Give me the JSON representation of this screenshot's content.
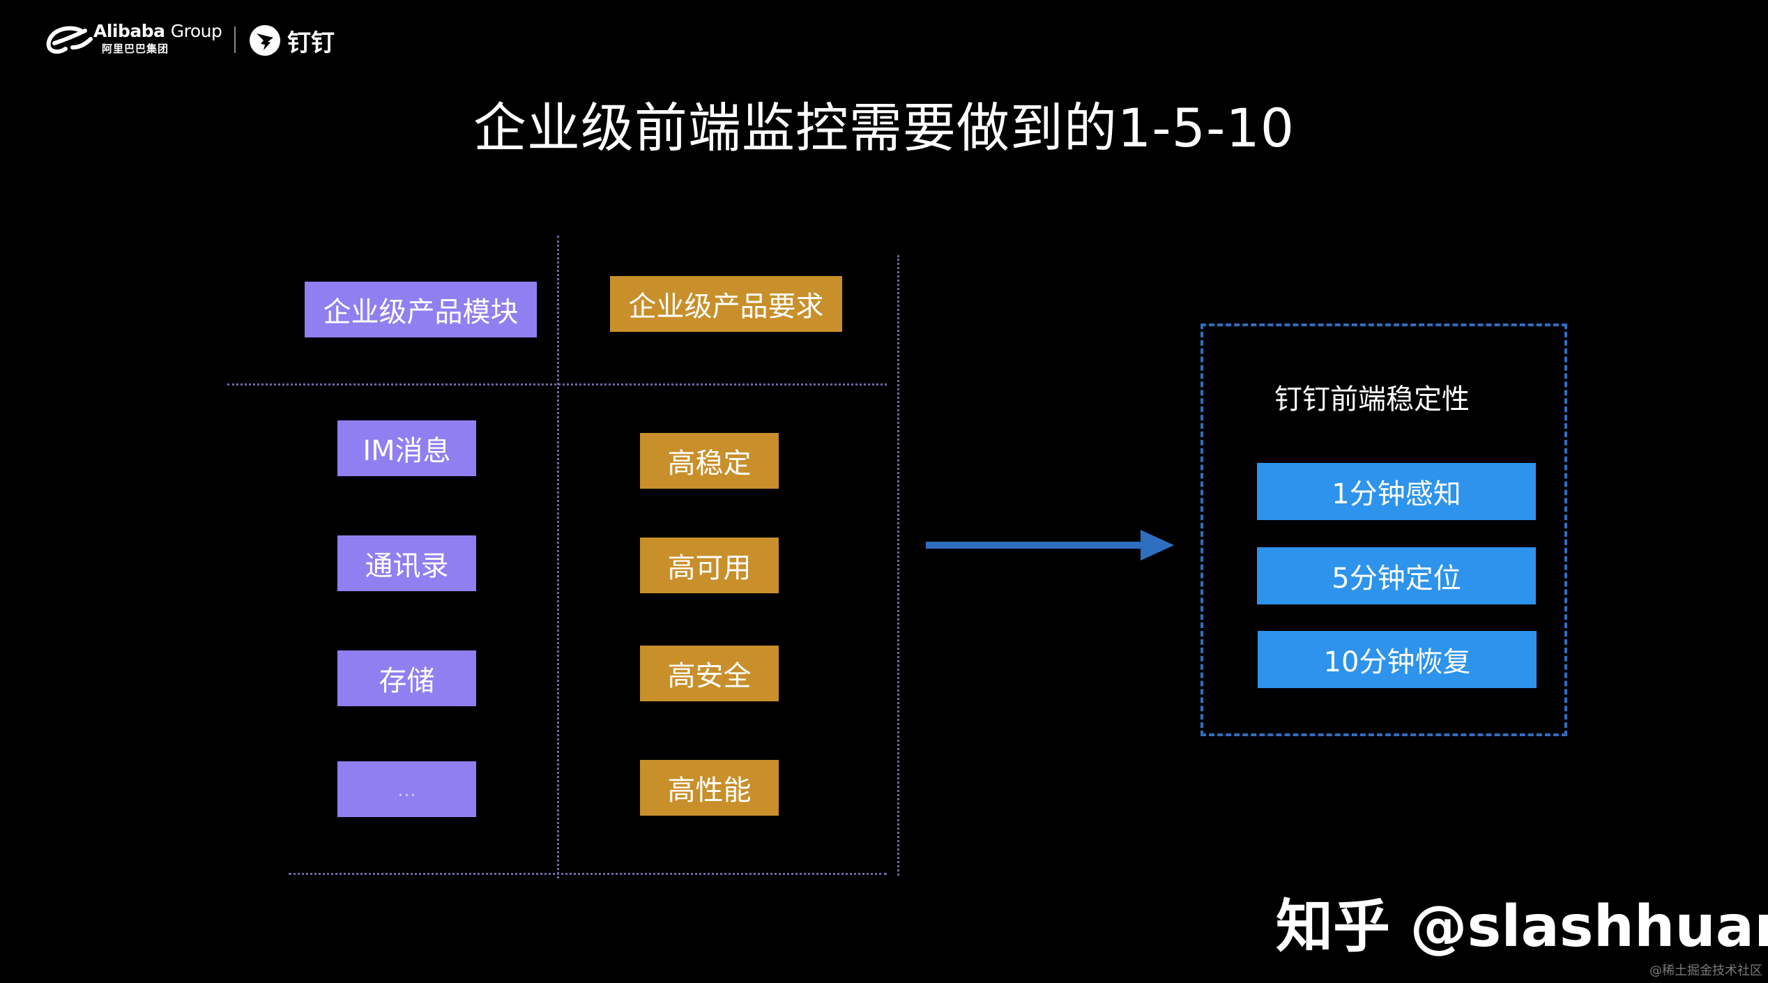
{
  "header": {
    "alibaba_brand": "Alibaba",
    "alibaba_group": "Group",
    "alibaba_cn": "阿里巴巴集团",
    "dingtalk": "钉钉"
  },
  "title": "企业级前端监控需要做到的1-5-10",
  "columns": {
    "modules_header": "企业级产品模块",
    "requirements_header": "企业级产品要求"
  },
  "modules": [
    "IM消息",
    "通讯录",
    "存储",
    "..."
  ],
  "requirements": [
    "高稳定",
    "高可用",
    "高安全",
    "高性能"
  ],
  "stability": {
    "title": "钉钉前端稳定性",
    "items": [
      "1分钟感知",
      "5分钟定位",
      "10分钟恢复"
    ]
  },
  "watermarks": {
    "zhihu": "知乎 @slashhuang",
    "juejin": "@稀土掘金技术社区"
  },
  "colors": {
    "background": "#000000",
    "module_box": "#8f7ff0",
    "requirement_box": "#c88f2a",
    "stability_box": "#2d93ec",
    "arrow": "#2f6fc0"
  }
}
